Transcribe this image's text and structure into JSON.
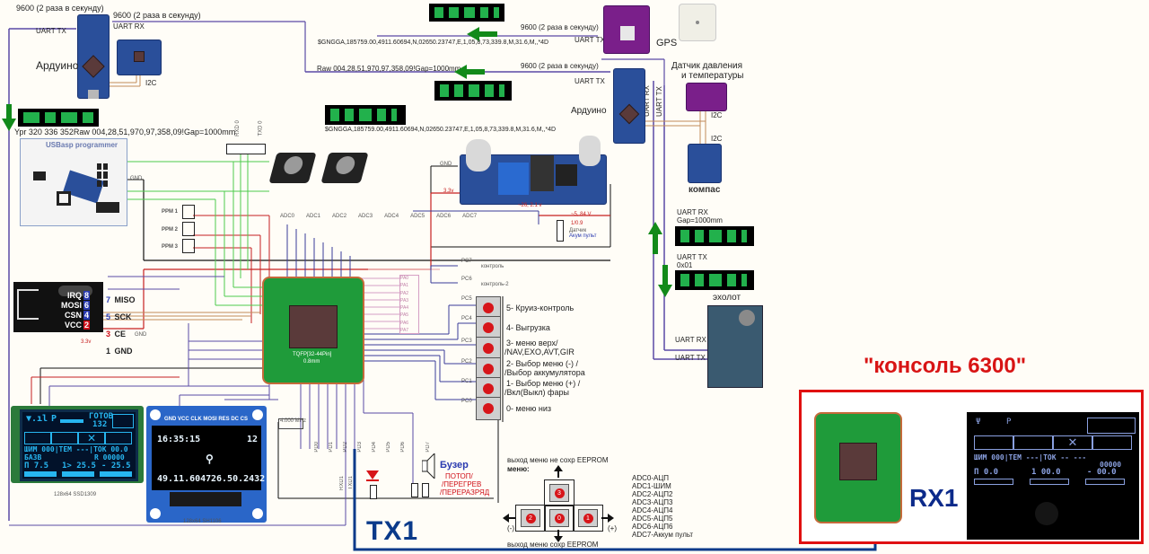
{
  "top_left": {
    "baud_top": "9600 (2 раза в секунду)",
    "baud_rx": "9600 (2 раза в секунду)",
    "uart_tx": "UART TX",
    "uart_rx": "UART RX",
    "arduino_label": "Ардуино",
    "i2c": "I2C",
    "stream_text": "Ypr 320 336 352Raw 004,28,51,970,97,358,09!Gap=1000mm",
    "usbasp_label": "USBasp programmer"
  },
  "top_center": {
    "gps_baud": "9600 (2 раза в секунду)",
    "gps_uart_tx": "UART TX",
    "gps_stream": "$GNGGA,185759.00,4911.60694,N,02650.23747,E,1,05,8,73,339.8,M,31.6,M,,*4D",
    "raw_stream": "Raw 004,28,51,970,97,358,09!Gap=1000mm",
    "arduino_baud": "9600 (2 раза в секунду)",
    "arduino_uart_tx": "UART TX",
    "gps_stream_2": "$GNGGA,185759.00,4911.60694,N,02650.23747,E,1,05,8,73,339.8,M,31.6,M,,*4D"
  },
  "top_right": {
    "gps_label": "GPS",
    "pressure_label_1": "Датчик давления",
    "pressure_label_2": "и температуры",
    "uart_rx": "UART RX",
    "uart_tx": "UART TX",
    "arduino_label": "Ардуино",
    "i2c_1": "I2C",
    "i2c_2": "I2C",
    "compass_label": "компас",
    "sonar_uart_rx_label": "UART RX",
    "sonar_gap": "Gap=1000mm",
    "sonar_uart_tx_label": "UART TX",
    "sonar_cmd": "0x01",
    "sonar_label": "эхолот",
    "sonar_pin_rx": "UART RX",
    "sonar_pin_tx": "UART TX"
  },
  "pins": {
    "rxd0": "RXD 0",
    "txd0": "TXD 0",
    "gnd": "GND",
    "v33": "3.3v",
    "ppm": [
      "PPM 1",
      "PPM 2",
      "PPM 3"
    ],
    "adc": [
      "ADC0",
      "ADC1",
      "ADC2",
      "ADC3",
      "ADC4",
      "ADC5",
      "ADC6",
      "ADC7"
    ],
    "pa": [
      "PA0",
      "PA1",
      "PA2",
      "PA3",
      "PA4",
      "PA5",
      "PA6",
      "PA7"
    ],
    "pd": [
      "PD0",
      "PD1",
      "PD2",
      "PD3",
      "PD4",
      "PD5",
      "PD6",
      "PD7"
    ],
    "rxd1": "RXD1",
    "txd1": "TXD1",
    "crystal": "4.000 MHz",
    "voltage_1": "~26, 2.1 v",
    "voltage_2": "~5, 84 V",
    "divider": "1/0.9",
    "sensor_label": "Датчик",
    "sensor_sub": "Акум пульт",
    "chip_label": "TQFP[32-44Pin]",
    "chip_sub": "0.8mm"
  },
  "nrf": {
    "pins_left": [
      "IRQ",
      "MOSI",
      "CSN",
      "VCC"
    ],
    "nums_left": [
      "8",
      "6",
      "4",
      "2"
    ],
    "pins_right": [
      "MISO",
      "SCK",
      "CE",
      "GND"
    ],
    "nums_right": [
      "7",
      "5",
      "3",
      "1"
    ]
  },
  "buttons": {
    "pc7": "PC7",
    "pc7_label": "контроль",
    "pc6": "PC6",
    "pc6_label": "контроль-2",
    "items": [
      {
        "pin": "PC5",
        "label_1": "5- Круиз-контроль",
        "label_2": ""
      },
      {
        "pin": "PC4",
        "label_1": "4- Выгрузка",
        "label_2": ""
      },
      {
        "pin": "PC3",
        "label_1": "3- меню верх/",
        "label_2": "/NAV,EXO,AVT,GIR"
      },
      {
        "pin": "PC2",
        "label_1": "2- Выбор меню (-) /",
        "label_2": "/Выбор аккумулятора"
      },
      {
        "pin": "PC1",
        "label_1": "1- Выбор меню (+) /",
        "label_2": "/Вкл(Выкл) фары"
      },
      {
        "pin": "PC0",
        "label_1": "0- меню низ",
        "label_2": ""
      }
    ]
  },
  "keypad": {
    "exit_no_save": "выход меню не сохр EEPROM",
    "menu_label": "меню:",
    "exit_save": "выход меню сохр EEPROM",
    "minus": "(-)",
    "plus": "(+)",
    "keys": [
      "3",
      "2",
      "0",
      "1"
    ]
  },
  "adc_legend": [
    "ADC0-АЦП",
    "ADC1-ШИМ",
    "ADC2-АЦП2",
    "ADC3-АЦП3",
    "ADC4-АЦП4",
    "ADC5-АЦП5",
    "ADC6-АЦП6",
    "ADC7-Аккум пульт"
  ],
  "buzzer": {
    "title": "Бузер",
    "line1": "ПОТОП/",
    "line2": "/ПЕРЕГРЕВ",
    "line3": "/ПЕРЕРАЗРЯД"
  },
  "display_ssd": {
    "caption": "128x64 SSD1309",
    "row1_right_1": "ГОТОВ",
    "row1_right_2": "132",
    "row1_p": "P",
    "row3": "ШИМ 000|ТЕМ ---|ТОК 00.0",
    "row4_left": "БАЗВ",
    "row4_right": "R 00000",
    "row5_a": "П  7.5",
    "row5_b": "1> 25.5",
    "row5_c": "-  25.5"
  },
  "display_sh": {
    "caption": "128x64 SH1106",
    "header_pins": "GND VCC CLK MOSI RES DC CS",
    "time": "16:35:15",
    "sats": "12",
    "lat": "49.11.6047",
    "lon": "26.50.2432"
  },
  "console": {
    "title": "\"консоль 6300\"",
    "rx_label": "RX1",
    "row_p": "P",
    "row3": "ШИМ 000|ТЕМ ---|ТОК -- ---",
    "row3_b": "00000",
    "row4_a": "П  0.0",
    "row4_b": "1  00.0",
    "row4_c": "-  00.0"
  },
  "tx_label": "TX1",
  "colors": {
    "wire_blue": "#1f3f8f",
    "wire_purple": "#5a4aa6",
    "wire_red": "#c62020",
    "wire_green": "#4ccc4c",
    "tx_wire": "#0a3a8a",
    "console_border": "#e01010",
    "console_title": "#d81414",
    "rx_label": "#0c2a8a",
    "green_arrow": "#128a1a",
    "strip_green": "#22b14c"
  }
}
